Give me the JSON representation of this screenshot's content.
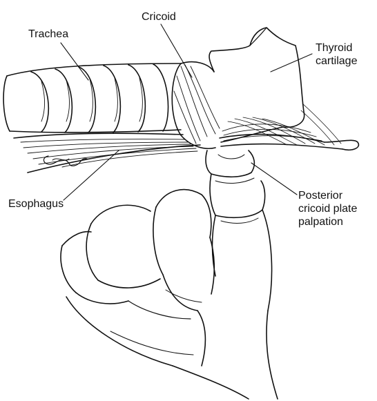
{
  "diagram": {
    "labels": {
      "trachea": "Trachea",
      "cricoid": "Cricoid",
      "thyroid_cartilage": [
        "Thyroid",
        "cartilage"
      ],
      "esophagus": "Esophagus",
      "posterior_palpation": [
        "Posterior",
        "cricoid plate",
        "palpation"
      ]
    },
    "colors": {
      "ink": "#111111",
      "background": "#ffffff"
    }
  }
}
